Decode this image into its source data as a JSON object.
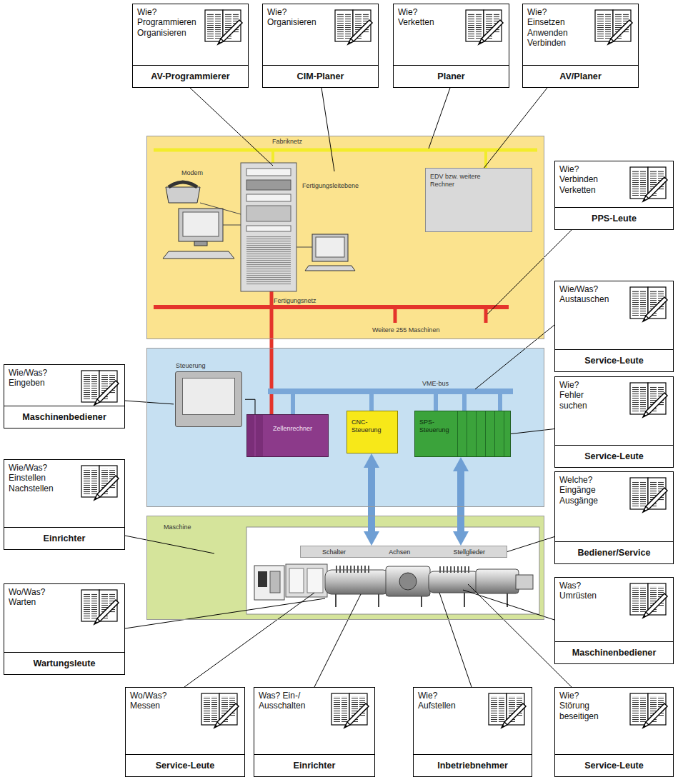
{
  "diagram": {
    "nodes": [
      {
        "text": [
          "Wie? Programmieren Organisieren",
          "AV-Programmierer"
        ]
      },
      {
        "text": [
          "Wie? Organisieren",
          "CIM-Planer"
        ]
      },
      {
        "text": [
          "Wie? Verketten",
          "Planer"
        ]
      },
      {
        "text": [
          "Wie? Einsetzen Anwenden Verbinden",
          "AV/Planer"
        ]
      },
      {
        "text": [
          "Fabriknetz",
          "Modem",
          "Fertigungsleitebene",
          "Fertigungsnetz",
          "Weitere 255 Maschinen"
        ]
      },
      {
        "text": [
          "EDV bzw. weitere Rechner"
        ],
        "in": 4
      },
      {
        "text": [
          "Wie? Verbinden Verketten",
          "PPS-Leute"
        ]
      },
      {
        "text": [
          "Wie/Was? Austauschen",
          "Service-Leute"
        ]
      },
      {
        "text": [
          "VME-bus"
        ]
      },
      {
        "text": [
          "Steuerung"
        ],
        "in": 8
      },
      {
        "text": [
          "Zellenrechner"
        ],
        "in": 8
      },
      {
        "text": [
          "CNC-Steuerung"
        ],
        "in": 8
      },
      {
        "text": [
          "SPS-Steuerung"
        ],
        "in": 8
      },
      {
        "text": [
          "Wie/Was? Eingeben",
          "Maschinenbediener"
        ]
      },
      {
        "text": [
          "Wie? Fehler suchen",
          "Service-Leute"
        ]
      },
      {
        "text": [
          "Wie/Was? Einstellen Nachstellen",
          "Einrichter"
        ]
      },
      {
        "text": [
          "Maschine"
        ]
      },
      {
        "text": [
          "Schalter",
          "Achsen",
          "Stellglieder"
        ],
        "in": 16
      },
      {
        "text": [
          "Welche? Eingänge Ausgänge",
          "Bediener/Service"
        ]
      },
      {
        "text": [
          "Wo/Was? Warten",
          "Wartungsleute"
        ]
      },
      {
        "text": [
          "Was? Umrüsten",
          "Maschinenbediener"
        ]
      },
      {
        "text": [
          "Wo/Was? Messen",
          "Service-Leute"
        ]
      },
      {
        "text": [
          "Was? Ein-/ Ausschalten",
          "Einrichter"
        ]
      },
      {
        "text": [
          "Wie? Aufstellen",
          "Inbetriebnehmer"
        ]
      },
      {
        "text": [
          "Wie? Störung beseitigen",
          "Service-Leute"
        ]
      }
    ],
    "edges": [
      {
        "from": 3,
        "to": 5,
        "arrow": "none"
      },
      {
        "from": 13,
        "to": 9,
        "arrow": "none"
      },
      {
        "from": 14,
        "to": 12,
        "arrow": "none"
      },
      {
        "from": 18,
        "to": 17,
        "arrow": "none"
      },
      {
        "from": 11,
        "to": 17,
        "arrow": "both"
      },
      {
        "from": 12,
        "to": 17,
        "arrow": "both"
      },
      {
        "from": 9,
        "to": 10,
        "arrow": "none"
      }
    ]
  }
}
